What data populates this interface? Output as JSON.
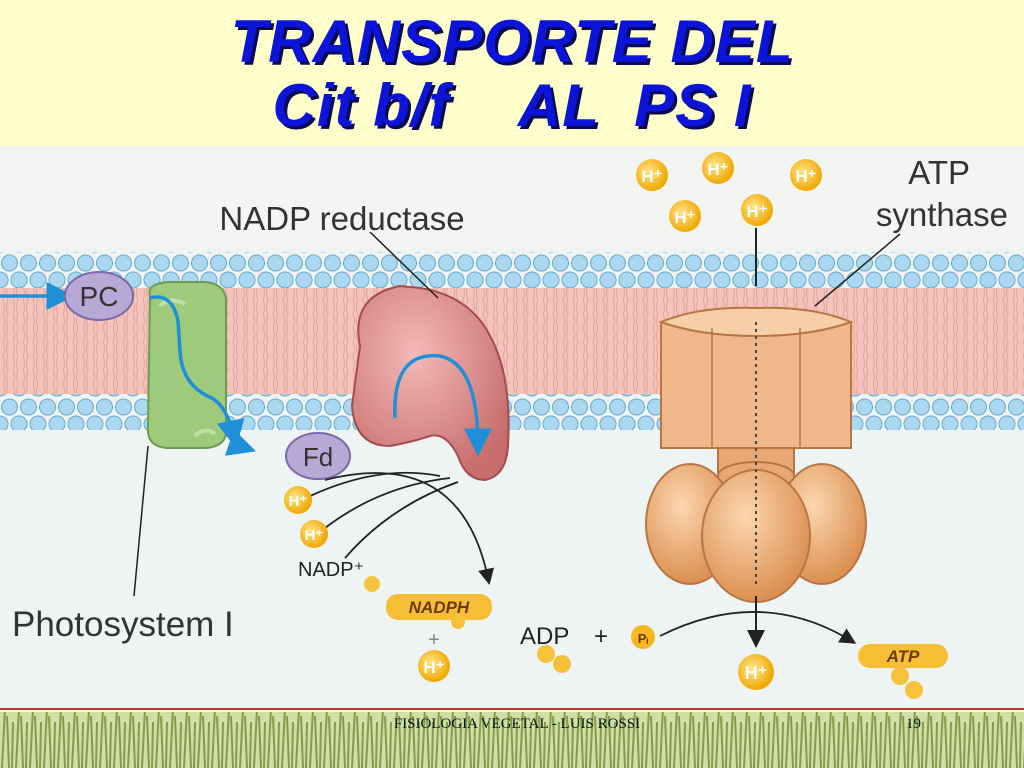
{
  "slide": {
    "title_line1": "TRANSPORTE DEL",
    "title_line2": "Cit b/f    AL  PS I",
    "footer": "FISIOLOGIA VEGETAL - LUIS ROSSI",
    "page_number": "19"
  },
  "diagram": {
    "labels": {
      "nadp_reductase": "NADP reductase",
      "atp_synthase_line1": "ATP",
      "atp_synthase_line2": "synthase",
      "photosystem": "Photosystem I",
      "pc": "PC",
      "fd": "Fd",
      "nadp_plus": "NADP⁺",
      "nadph": "NADPH",
      "plus": "+",
      "adp": "ADP",
      "pi": "Pᵢ",
      "atp": "ATP",
      "proton": "H⁺"
    },
    "colors": {
      "title": "#0b14d8",
      "background": "#ffffcc",
      "membrane_head": "#a9d8f0",
      "membrane_core": "#f4c3bc",
      "photosystem": "#9fca7c",
      "nadp_reductase": "#dc8f8f",
      "atp_synthase": "#f0b88a",
      "electron_path": "#1f8fd8",
      "proton": "#f6b820"
    }
  }
}
